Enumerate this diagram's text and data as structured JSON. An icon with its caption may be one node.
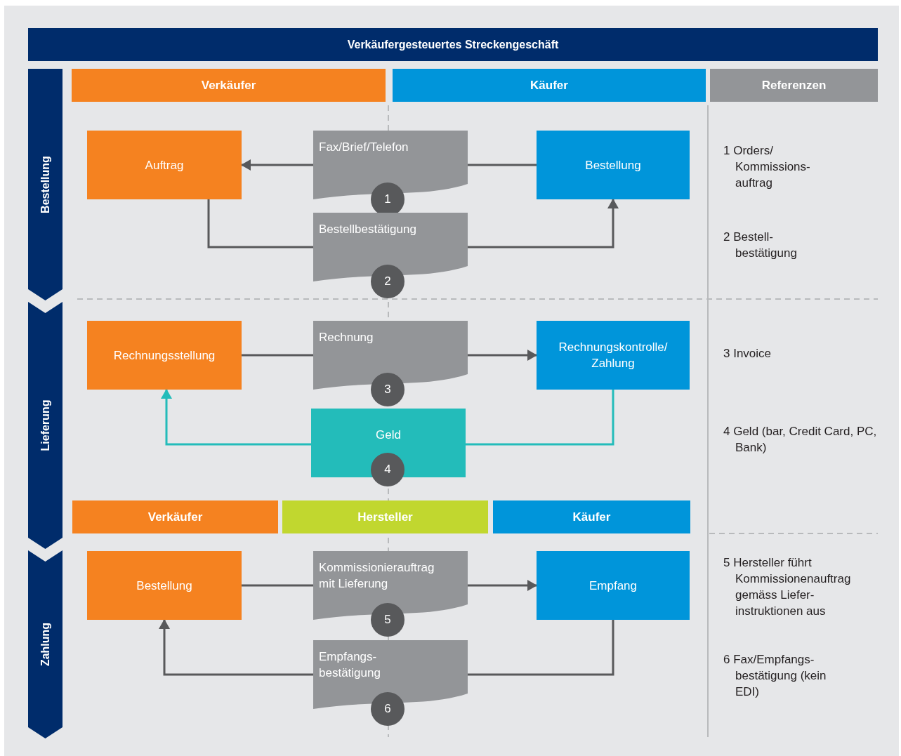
{
  "diagram": {
    "title": "Verkäufergesteuertes Streckengeschäft",
    "nodes": [
      {
        "text": [
          "Verkäufer"
        ]
      },
      {
        "text": [
          "Käufer"
        ]
      },
      {
        "text": [
          "Referenzen"
        ]
      },
      {
        "text": [
          "Bestellung"
        ]
      },
      {
        "text": [
          "Lieferung"
        ]
      },
      {
        "text": [
          "Zahlung"
        ]
      },
      {
        "text": [
          "Auftrag"
        ]
      },
      {
        "text": [
          "Fax/Brief/Telefon",
          "1"
        ]
      },
      {
        "text": [
          "Bestellung"
        ]
      },
      {
        "text": [
          "Bestellbestätigung",
          "2"
        ]
      },
      {
        "text": [
          "Rechnungsstellung"
        ]
      },
      {
        "text": [
          "Rechnung",
          "3"
        ]
      },
      {
        "text": [
          "Rechnungskontrolle/ Zahlung"
        ]
      },
      {
        "text": [
          "Geld",
          "4"
        ]
      },
      {
        "text": [
          "Verkäufer"
        ]
      },
      {
        "text": [
          "Hersteller"
        ]
      },
      {
        "text": [
          "Käufer"
        ]
      },
      {
        "text": [
          "Bestellung"
        ]
      },
      {
        "text": [
          "Kommissionierauftrag mit Lieferung",
          "5"
        ]
      },
      {
        "text": [
          "Empfang"
        ]
      },
      {
        "text": [
          "Empfangs- bestätigung",
          "6"
        ]
      }
    ],
    "edges": [
      {
        "from": 8,
        "to": 7,
        "arrow": "none"
      },
      {
        "from": 7,
        "to": 6,
        "arrow": "to"
      },
      {
        "from": 6,
        "to": 9,
        "arrow": "none"
      },
      {
        "from": 9,
        "to": 8,
        "arrow": "to"
      },
      {
        "from": 10,
        "to": 11,
        "arrow": "none"
      },
      {
        "from": 11,
        "to": 12,
        "arrow": "to"
      },
      {
        "from": 12,
        "to": 13,
        "arrow": "none",
        "color": "#23bcba"
      },
      {
        "from": 13,
        "to": 10,
        "arrow": "to",
        "color": "#23bcba"
      },
      {
        "from": 17,
        "to": 18,
        "arrow": "none"
      },
      {
        "from": 18,
        "to": 19,
        "arrow": "to"
      },
      {
        "from": 19,
        "to": 20,
        "arrow": "none"
      },
      {
        "from": 20,
        "to": 17,
        "arrow": "to"
      }
    ],
    "labels": [
      "1 Orders/ Kommissions- auftrag",
      "2 Bestell- bestätigung",
      "3 Invoice",
      "4 Geld (bar, Credit Card, PC, Bank)",
      "5 Hersteller führt Kommissionenauftrag gemäss Liefer- instruktionen aus",
      "6 Fax/Empfangs- bestätigung (kein EDI)"
    ]
  }
}
